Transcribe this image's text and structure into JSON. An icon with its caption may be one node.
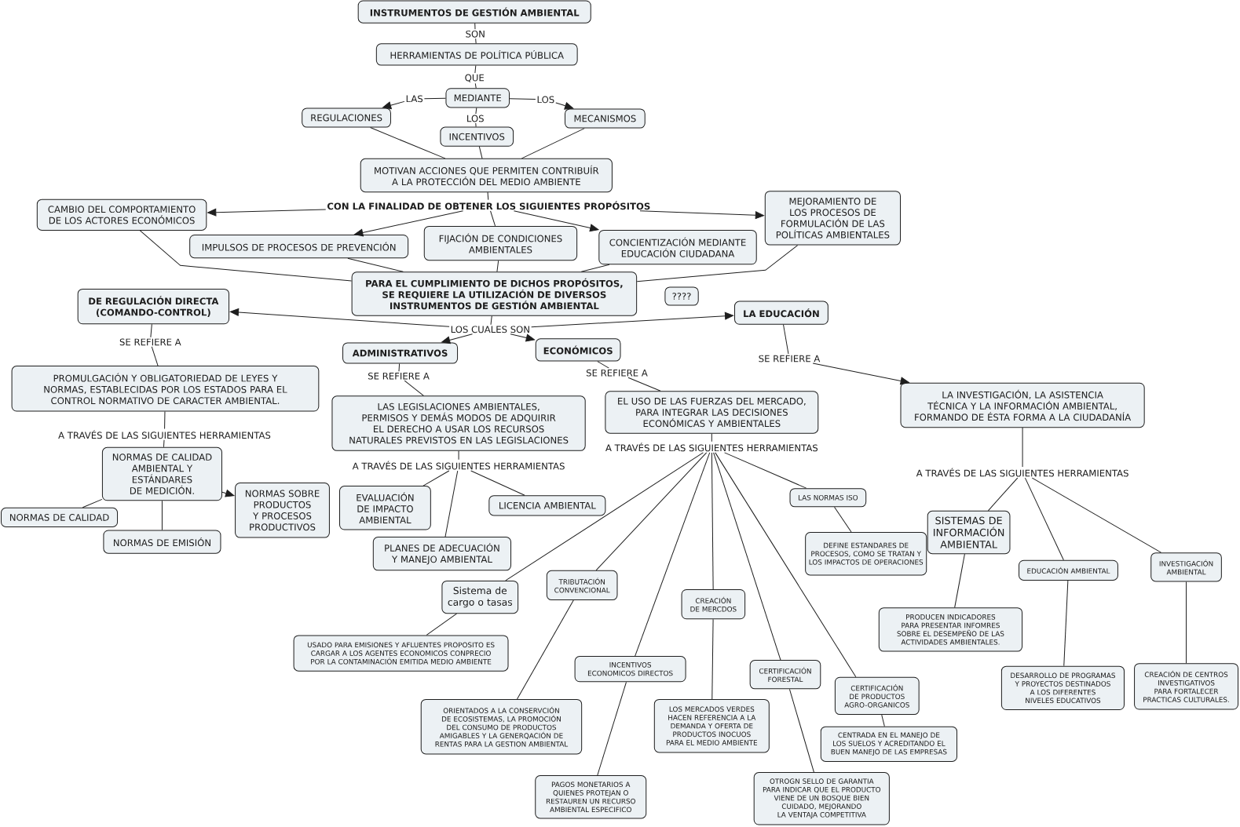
{
  "diagram": {
    "nodes": [
      {
        "text": [
          "INSTRUMENTOS DE GESTIÓN AMBIENTAL"
        ]
      },
      {
        "text": [
          "SON"
        ]
      },
      {
        "text": [
          "HERRAMIENTAS DE POLÍTICA PÚBLICA"
        ]
      },
      {
        "text": [
          "QUE"
        ]
      },
      {
        "text": [
          "LAS"
        ]
      },
      {
        "text": [
          "MEDIANTE"
        ]
      },
      {
        "text": [
          "LOS"
        ]
      },
      {
        "text": [
          "REGULACIONES"
        ]
      },
      {
        "text": [
          "MECANISMOS"
        ]
      },
      {
        "text": [
          "LOS"
        ]
      },
      {
        "text": [
          "INCENTIVOS"
        ]
      },
      {
        "text": [
          "MOTIVAN ACCIONES QUE PERMITEN CONTRIBUÍR A LA PROTECCIÓN DEL MEDIO AMBIENTE"
        ]
      },
      {
        "text": [
          "CON LA FINALIDAD DE OBTENER LOS SIGUIENTES PROPÓSITOS"
        ]
      },
      {
        "text": [
          "MEJORAMIENTO DE LOS PROCESOS DE FORMULACIÓN DE LAS POLÍTICAS AMBIENTALES"
        ]
      },
      {
        "text": [
          "CAMBIO DEL COMPORTAMIENTO DE LOS ACTORES ECONÓMICOS"
        ]
      },
      {
        "text": [
          "FIJACIÓN DE CONDICIONES AMBIENTALES"
        ]
      },
      {
        "text": [
          "IMPULSOS DE PROCESOS DE PREVENCIÓN"
        ]
      },
      {
        "text": [
          "CONCIENTIZACIÓN MEDIANTE EDUCACIÓN CIUDADANA"
        ]
      },
      {
        "text": [
          "PARA EL CUMPLIMIENTO DE DICHOS PROPÓSITOS, SE REQUIERE LA UTILIZACIÓN DE DIVERSOS INSTRUMENTOS DE GESTIÓN AMBIENTAL"
        ]
      },
      {
        "text": [
          "????"
        ]
      },
      {
        "text": [
          "DE REGULACIÓN DIRECTA (COMANDO-CONTROL)"
        ]
      },
      {
        "text": [
          "LA EDUCACIÓN"
        ]
      },
      {
        "text": [
          "LOS CUALES SON"
        ]
      },
      {
        "text": [
          "ADMINISTRATIVOS"
        ]
      },
      {
        "text": [
          "ECONÓMICOS"
        ]
      },
      {
        "text": [
          "SE REFIERE A"
        ]
      },
      {
        "text": [
          "SE REFIERE A"
        ]
      },
      {
        "text": [
          "SE REFIERE A"
        ]
      },
      {
        "text": [
          "SE REFIERE A"
        ]
      },
      {
        "text": [
          "PROMULGACIÓN Y OBLIGATORIEDAD DE LEYES Y NORMAS, ESTABLECIDAS POR LOS ESTADOS PARA EL CONTROL NORMATIVO DE CARACTER AMBIENTAL."
        ]
      },
      {
        "text": [
          "LA INVESTIGACIÓN, LA ASISTENCIA TÉCNICA Y LA INFORMACIÓN AMBIENTAL, FORMANDO DE ÉSTA FORMA A LA CIUDADANÍA"
        ]
      },
      {
        "text": [
          "EL USO DE LAS FUERZAS DEL MERCADO, PARA INTEGRAR LAS DECISIONES ECONÓMICAS Y AMBIENTALES"
        ]
      },
      {
        "text": [
          "LAS LEGISLACIONES AMBIENTALES, PERMISOS Y DEMÁS MODOS DE ADQUIRIR EL DERECHO A USAR LOS RECURSOS NATURALES PREVISTOS EN LAS LEGISLACIONES"
        ]
      },
      {
        "text": [
          "A TRAVÉS DE LAS SIGUIENTES HERRAMIENTAS"
        ]
      },
      {
        "text": [
          "A TRAVÉS DE LAS SIGUIENTES HERRAMIENTAS"
        ]
      },
      {
        "text": [
          "A TRAVÉS DE LAS SIGUIENTES HERRAMIENTAS"
        ]
      },
      {
        "text": [
          "A TRAVÉS DE LAS SIGUIENTES HERRAMIENTAS"
        ]
      },
      {
        "text": [
          "NORMAS DE CALIDAD AMBIENTAL Y ESTÁNDARES DE MEDICIÓN."
        ]
      },
      {
        "text": [
          "NORMAS SOBRE PRODUCTOS Y PROCESOS PRODUCTIVOS"
        ]
      },
      {
        "text": [
          "EVALUACIÓN DE IMPACTO AMBIENTAL"
        ]
      },
      {
        "text": [
          "LICENCIA AMBIENTAL"
        ]
      },
      {
        "text": [
          "LAS NORMAS ISO"
        ]
      },
      {
        "text": [
          "NORMAS DE CALIDAD"
        ]
      },
      {
        "text": [
          "SISTEMAS DE INFORMACIÓN AMBIENTAL"
        ]
      },
      {
        "text": [
          "NORMAS DE EMISIÓN"
        ]
      },
      {
        "text": [
          "PLANES DE ADECUACIÓN Y MANEJO AMBIENTAL"
        ]
      },
      {
        "text": [
          "DEFINE ESTANDARES DE PROCESOS, COMO SE TRATAN Y LOS IMPACTOS DE OPERACIONES"
        ]
      },
      {
        "text": [
          "INVESTIGACIÓN AMBIENTAL"
        ]
      },
      {
        "text": [
          "EDUCACIÓN AMBIENTAL"
        ]
      },
      {
        "text": [
          "TRIBUTACIÓN CONVENCIONAL"
        ]
      },
      {
        "text": [
          "Sistema de cargo o tasas"
        ]
      },
      {
        "text": [
          "CREACIÓN DE MERCDOS"
        ]
      },
      {
        "text": [
          "PRODUCEN INDICADORES PARA PRESENTAR INFOMRES SOBRE EL DESEMPEÑO DE LAS ACTIVIDADES AMBIENTALES."
        ]
      },
      {
        "text": [
          "USADO PARA EMISIONES Y AFLUENTES PROPOSITO ES CARGAR A LOS AGENTES ECONOMICOS CONPRECIO POR LA CONTAMINACIÓN EMITIDA MEDIO AMBIENTE"
        ]
      },
      {
        "text": [
          "INCENTIVOS ECONOMICOS DIRECTOS"
        ]
      },
      {
        "text": [
          "CERTIFICACIÓN FORESTAL"
        ]
      },
      {
        "text": [
          "CREACIÓN DE CENTROS INVESTIGATIVOS PARA FORTALECER PRACTICAS CULTURALES."
        ]
      },
      {
        "text": [
          "DESARROLLO DE PROGRAMAS Y PROYECTOS DESTINADOS A LOS DIFERENTES NIVELES EDUCATIVOS"
        ]
      },
      {
        "text": [
          "CERTIFICACIÓN DE PRODUCTOS AGRO-ORGANICOS"
        ]
      },
      {
        "text": [
          "ORIENTADOS A LA CONSERVCIÓN DE ECOSISTEMAS, LA PROMOCIÓN DEL CONSUMO DE PRODUCTOS AMIGABLES Y LA GENERQACIÓN DE RENTAS PARA LA GESTION AMBIENTAL"
        ]
      },
      {
        "text": [
          "LOS MERCADOS VERDES HACEN REFERENCIA A LA DEMANDA Y OFERTA DE PRODUCTOS INOCUOS PARA EL MEDIO AMBIENTE"
        ]
      },
      {
        "text": [
          "CENTRADA EN EL MANEJO DE LOS SUELOS Y ACREDITANDO EL BUEN MANEJO DE LAS EMPRESAS"
        ]
      },
      {
        "text": [
          "PAGOS MONETARIOS A QUIENES PROTEJAN O RESTAUREN UN RECURSO AMBIENTAL ESPECIFICO"
        ]
      },
      {
        "text": [
          "OTROGN SELLO DE GARANTIA PARA INDICAR QUE EL PRODUCTO VIENE DE UN BOSQUE BIEN CUIDADO, MEJORANDO LA VENTAJA COMPETITIVA"
        ]
      }
    ],
    "edges": [
      {
        "from": 0,
        "to": 1,
        "arrow": "none"
      },
      {
        "from": 1,
        "to": 2,
        "arrow": "none"
      },
      {
        "from": 2,
        "to": 3,
        "arrow": "none"
      },
      {
        "from": 3,
        "to": 5,
        "arrow": "none"
      },
      {
        "from": 5,
        "to": 4,
        "arrow": "none"
      },
      {
        "from": 4,
        "to": 7,
        "arrow": "to"
      },
      {
        "from": 5,
        "to": 6,
        "arrow": "none"
      },
      {
        "from": 6,
        "to": 8,
        "arrow": "to"
      },
      {
        "from": 5,
        "to": 9,
        "arrow": "none"
      },
      {
        "from": 9,
        "to": 10,
        "arrow": "none"
      },
      {
        "from": 7,
        "to": 11,
        "arrow": "none"
      },
      {
        "from": 10,
        "to": 11,
        "arrow": "none"
      },
      {
        "from": 8,
        "to": 11,
        "arrow": "none"
      },
      {
        "from": 11,
        "to": 12,
        "arrow": "none"
      },
      {
        "from": 12,
        "to": 14,
        "arrow": "to"
      },
      {
        "from": 12,
        "to": 16,
        "arrow": "to"
      },
      {
        "from": 12,
        "to": 15,
        "arrow": "none"
      },
      {
        "from": 12,
        "to": 17,
        "arrow": "to"
      },
      {
        "from": 12,
        "to": 13,
        "arrow": "to"
      },
      {
        "from": 14,
        "to": 18,
        "arrow": "none"
      },
      {
        "from": 16,
        "to": 18,
        "arrow": "none"
      },
      {
        "from": 15,
        "to": 18,
        "arrow": "none"
      },
      {
        "from": 17,
        "to": 18,
        "arrow": "none"
      },
      {
        "from": 13,
        "to": 18,
        "arrow": "none"
      },
      {
        "from": 18,
        "to": 22,
        "arrow": "none"
      },
      {
        "from": 22,
        "to": 20,
        "arrow": "to"
      },
      {
        "from": 22,
        "to": 23,
        "arrow": "to"
      },
      {
        "from": 22,
        "to": 24,
        "arrow": "to"
      },
      {
        "from": 22,
        "to": 21,
        "arrow": "to"
      },
      {
        "from": 20,
        "to": 25,
        "arrow": "none"
      },
      {
        "from": 25,
        "to": 29,
        "arrow": "none"
      },
      {
        "from": 21,
        "to": 26,
        "arrow": "none"
      },
      {
        "from": 26,
        "to": 30,
        "arrow": "to"
      },
      {
        "from": 23,
        "to": 27,
        "arrow": "none"
      },
      {
        "from": 27,
        "to": 32,
        "arrow": "none"
      },
      {
        "from": 24,
        "to": 28,
        "arrow": "none"
      },
      {
        "from": 28,
        "to": 31,
        "arrow": "none"
      },
      {
        "from": 29,
        "to": 33,
        "arrow": "none"
      },
      {
        "from": 33,
        "to": 37,
        "arrow": "none"
      },
      {
        "from": 37,
        "to": 42,
        "arrow": "none"
      },
      {
        "from": 37,
        "to": 44,
        "arrow": "none"
      },
      {
        "from": 37,
        "to": 38,
        "arrow": "to"
      },
      {
        "from": 32,
        "to": 35,
        "arrow": "none"
      },
      {
        "from": 35,
        "to": 39,
        "arrow": "none"
      },
      {
        "from": 35,
        "to": 45,
        "arrow": "none"
      },
      {
        "from": 35,
        "to": 40,
        "arrow": "none"
      },
      {
        "from": 31,
        "to": 34,
        "arrow": "none"
      },
      {
        "from": 34,
        "to": 50,
        "arrow": "none"
      },
      {
        "from": 34,
        "to": 49,
        "arrow": "none"
      },
      {
        "from": 34,
        "to": 54,
        "arrow": "none"
      },
      {
        "from": 34,
        "to": 51,
        "arrow": "none"
      },
      {
        "from": 34,
        "to": 55,
        "arrow": "none"
      },
      {
        "from": 34,
        "to": 58,
        "arrow": "none"
      },
      {
        "from": 34,
        "to": 41,
        "arrow": "none"
      },
      {
        "from": 41,
        "to": 46,
        "arrow": "none"
      },
      {
        "from": 50,
        "to": 53,
        "arrow": "none"
      },
      {
        "from": 49,
        "to": 59,
        "arrow": "none"
      },
      {
        "from": 54,
        "to": 62,
        "arrow": "none"
      },
      {
        "from": 51,
        "to": 60,
        "arrow": "none"
      },
      {
        "from": 55,
        "to": 63,
        "arrow": "none"
      },
      {
        "from": 58,
        "to": 61,
        "arrow": "none"
      },
      {
        "from": 30,
        "to": 36,
        "arrow": "none"
      },
      {
        "from": 36,
        "to": 43,
        "arrow": "none"
      },
      {
        "from": 36,
        "to": 48,
        "arrow": "none"
      },
      {
        "from": 36,
        "to": 47,
        "arrow": "none"
      },
      {
        "from": 43,
        "to": 52,
        "arrow": "none"
      },
      {
        "from": 48,
        "to": 57,
        "arrow": "none"
      },
      {
        "from": 47,
        "to": 56,
        "arrow": "none"
      }
    ]
  }
}
